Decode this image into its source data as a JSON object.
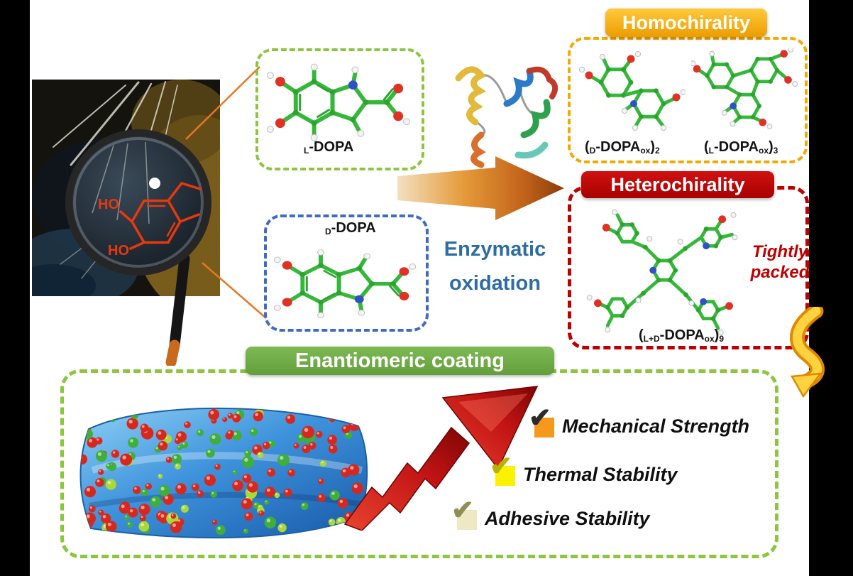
{
  "figure": {
    "lens": {
      "ho_top": "HO",
      "ho_bottom": "HO"
    }
  },
  "ldopa": {
    "parts": [
      "L",
      "-DOPA"
    ]
  },
  "ddopa": {
    "parts": [
      "D",
      "-DOPA"
    ]
  },
  "enzymatic": {
    "line1": "Enzymatic",
    "line2": "oxidation"
  },
  "homochirality": {
    "title": "Homochirality",
    "mol1_parts": [
      "(",
      "D",
      "-DOPA",
      "ox",
      ")",
      "2"
    ],
    "mol2_parts": [
      "(",
      "L",
      "-DOPA",
      "ox",
      ")",
      "3"
    ]
  },
  "heterochirality": {
    "title": "Heterochirality",
    "note": {
      "line1": "Tightly",
      "line2": "packed"
    },
    "mol_parts": [
      "(",
      "L+D",
      "-DOPA",
      "ox",
      ")",
      "9"
    ]
  },
  "coating": {
    "title": "Enantiomeric coating"
  },
  "benefits": [
    {
      "label": "Mechanical Strength",
      "check": "✔",
      "highlight": "#F5991D",
      "check_color": "#2b2b2b"
    },
    {
      "label": "Thermal Stability",
      "check": "✔",
      "highlight": "#FCF100",
      "check_color": "#b7b400"
    },
    {
      "label": "Adhesive Stability",
      "check": "✔",
      "highlight": "#EFE8C5",
      "check_color": "#8e8e55"
    }
  ],
  "colors": {
    "enantiomer_red": "#D7281E",
    "enantiomer_green": "#3FAE3A",
    "enantiomer_light": "#A9D838"
  }
}
